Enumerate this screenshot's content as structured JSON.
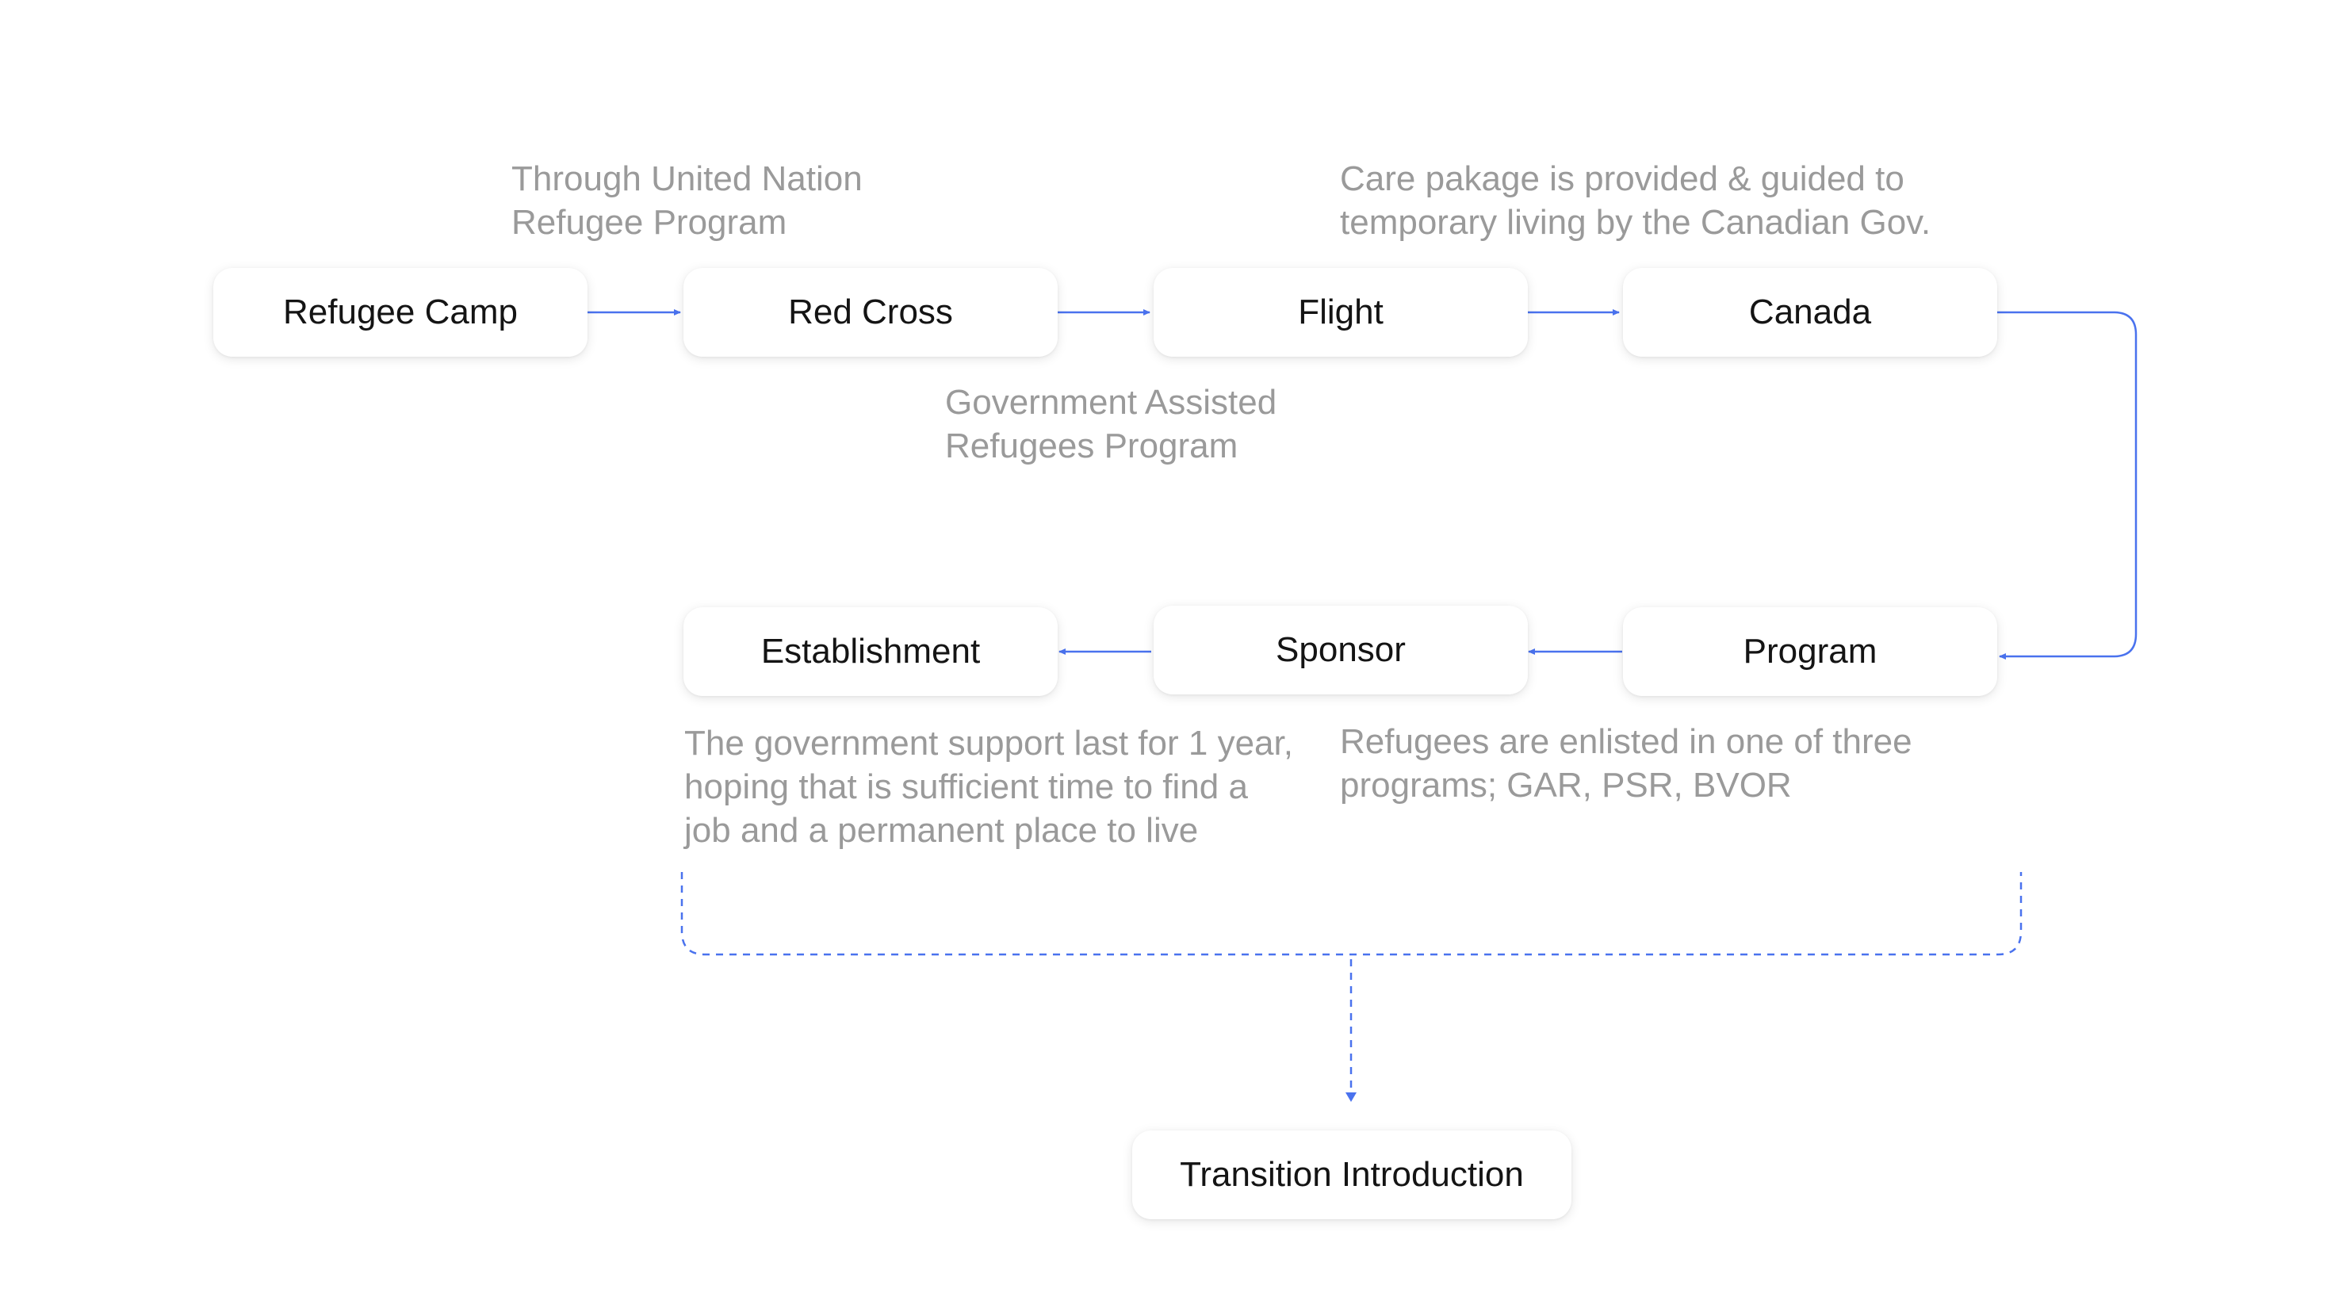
{
  "nodes": {
    "refugee_camp": "Refugee Camp",
    "red_cross": "Red Cross",
    "flight": "Flight",
    "canada": "Canada",
    "program": "Program",
    "sponsor": "Sponsor",
    "establishment": "Establishment",
    "transition": "Transition Introduction"
  },
  "notes": {
    "un_program": [
      "Through United Nation",
      "Refugee Program"
    ],
    "gar_program": [
      "Government Assisted",
      "Refugees Program"
    ],
    "care_package": [
      "Care pakage is provided & guided to",
      "temporary living by the Canadian Gov."
    ],
    "enlisted": [
      "Refugees are enlisted in one of three",
      "programs; GAR, PSR, BVOR"
    ],
    "support": [
      "The government support last for 1 year,",
      "hoping that is sufficient time to find a",
      "job and a permanent place to live"
    ]
  },
  "colors": {
    "connector": "#4a72ee",
    "note_text": "#9a9a9a",
    "node_text": "#141414"
  }
}
